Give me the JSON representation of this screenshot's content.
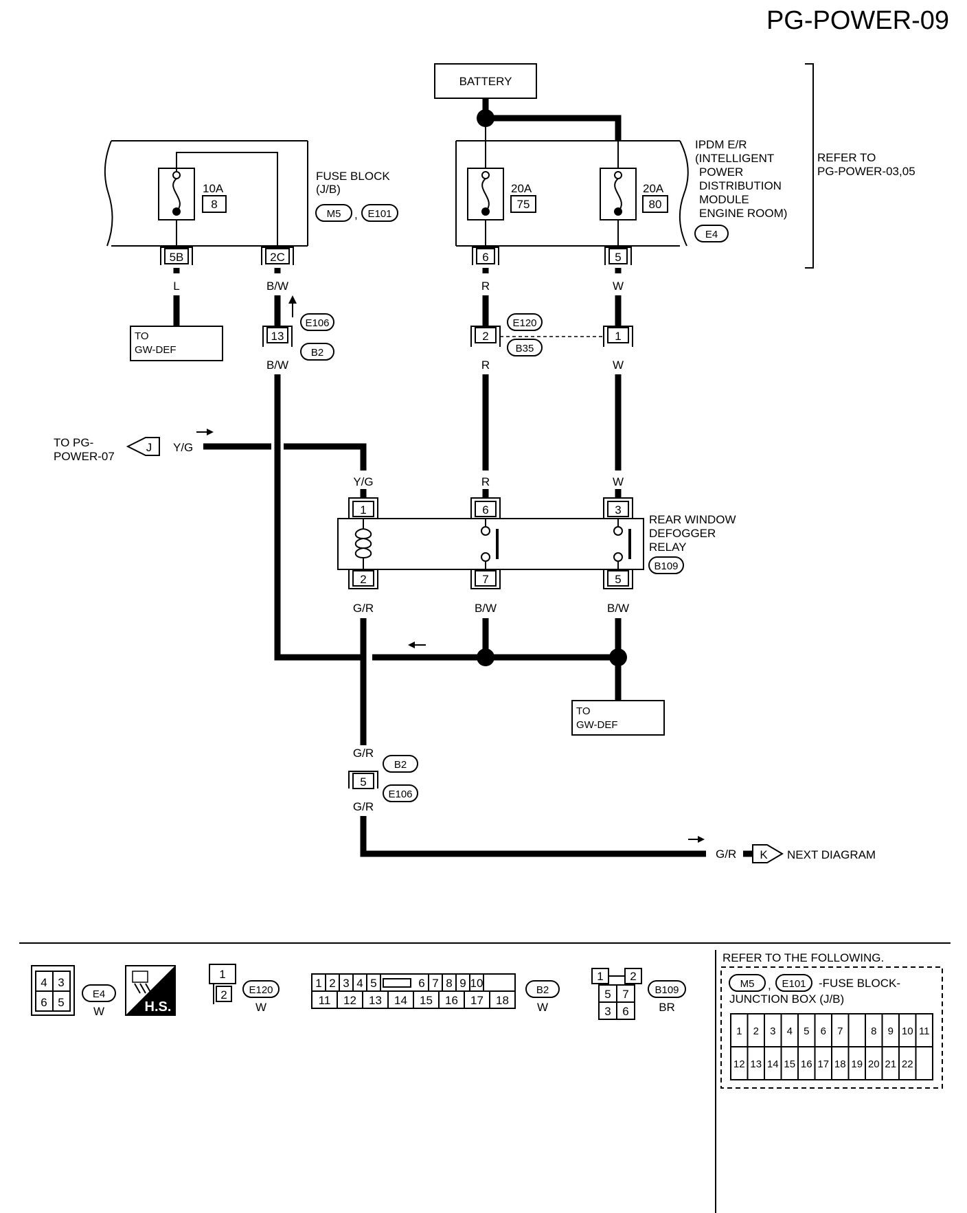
{
  "page_title": "PG-POWER-09",
  "battery_label": "BATTERY",
  "ipdm": {
    "lines": [
      "IPDM E/R",
      "(INTELLIGENT",
      "POWER",
      "DISTRIBUTION",
      "MODULE",
      "ENGINE ROOM)"
    ],
    "connector": "E4",
    "refer_lines": [
      "REFER TO",
      "PG-POWER-03,05"
    ],
    "fuse_a": {
      "rating": "20A",
      "number": "75"
    },
    "fuse_b": {
      "rating": "20A",
      "number": "80"
    },
    "term_a": "6",
    "term_b": "5"
  },
  "fuse_block": {
    "lines": [
      "FUSE BLOCK",
      "(J/B)"
    ],
    "connectors": [
      "M5",
      "E101"
    ],
    "fuse": {
      "rating": "10A",
      "number": "8"
    },
    "term_a": "5B",
    "term_b": "2C"
  },
  "wires": {
    "L": "L",
    "BW": "B/W",
    "R": "R",
    "W": "W",
    "YG": "Y/G",
    "GR": "G/R"
  },
  "to_gw_def": [
    "TO",
    "GW-DEF"
  ],
  "conn_e106": "E106",
  "conn_b2": "B2",
  "conn_e120": "E120",
  "conn_b35": "B35",
  "term_13": "13",
  "term_2": "2",
  "term_1": "1",
  "term_5": "5",
  "to_pg_power_07": [
    "TO PG-",
    "POWER-07"
  ],
  "connector_j": "J",
  "connector_k": "K",
  "next_diagram": "NEXT DIAGRAM",
  "relay": {
    "lines": [
      "REAR WINDOW",
      "DEFOGGER",
      "RELAY"
    ],
    "connector": "B109",
    "pins_top": [
      "1",
      "6",
      "3"
    ],
    "pins_bottom": [
      "2",
      "7",
      "5"
    ]
  },
  "legend": {
    "e4": {
      "id": "E4",
      "color": "W",
      "pins": [
        "4",
        "3",
        "6",
        "5"
      ]
    },
    "hs": "H.S.",
    "e120": {
      "id": "E120",
      "color": "W",
      "pins": [
        "1",
        "2"
      ]
    },
    "b2": {
      "id": "B2",
      "color": "W",
      "row1": [
        "1",
        "2",
        "3",
        "4",
        "5",
        "6",
        "7",
        "8",
        "9",
        "10"
      ],
      "row2": [
        "11",
        "12",
        "13",
        "14",
        "15",
        "16",
        "17",
        "18"
      ]
    },
    "b109": {
      "id": "B109",
      "color": "BR",
      "pins": [
        "1",
        "2",
        "5",
        "7",
        "3",
        "6"
      ]
    },
    "refer_title": "REFER TO THE FOLLOWING.",
    "refer_conns": [
      "M5",
      "E101"
    ],
    "refer_desc1": "-FUSE BLOCK-",
    "refer_desc2": "JUNCTION BOX (J/B)",
    "jb_row1": [
      "1",
      "2",
      "3",
      "4",
      "5",
      "6",
      "7",
      "",
      "8",
      "9",
      "10",
      "11"
    ],
    "jb_row2": [
      "12",
      "13",
      "14",
      "15",
      "16",
      "17",
      "18",
      "19",
      "20",
      "21",
      "22"
    ]
  }
}
